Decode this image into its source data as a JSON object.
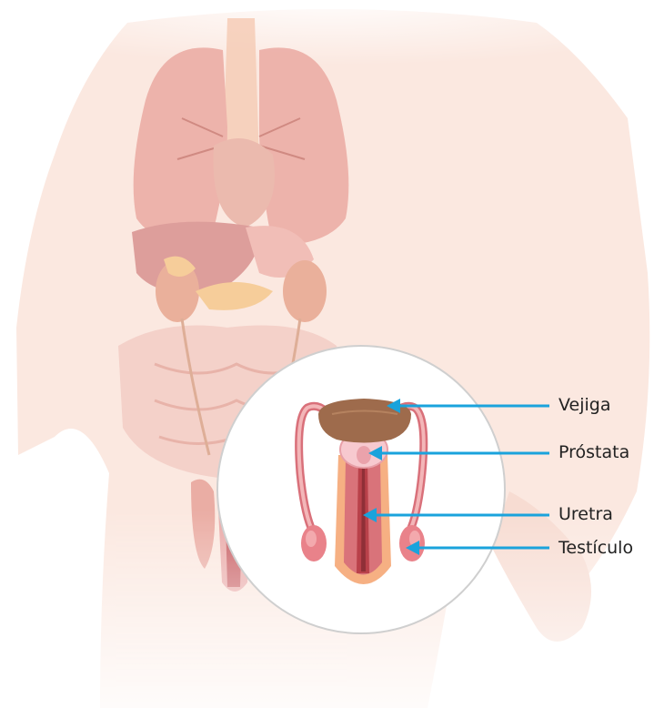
{
  "labels": {
    "vejiga": "Vejiga",
    "prostata": "Próstata",
    "uretra": "Uretra",
    "testiculo": "Testículo"
  },
  "colors": {
    "arrow": "#1aa3dc",
    "body_skin": "#fbe7df",
    "organ_dark": "#c8464f",
    "bladder": "#9e6b4c",
    "prostate": "#f7c9cf",
    "penis_outer": "#f6b083"
  }
}
